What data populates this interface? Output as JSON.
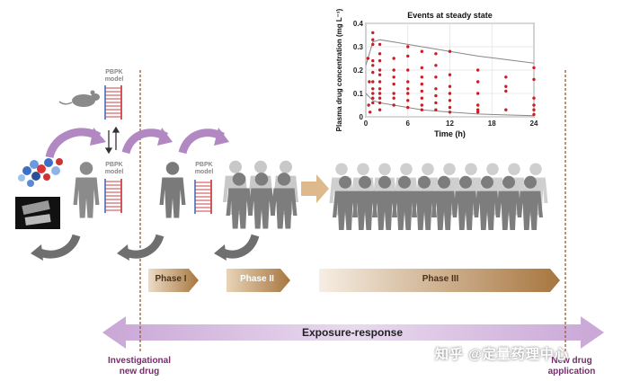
{
  "chart_data": {
    "type": "scatter",
    "title": "Events at steady state",
    "xlabel": "Time (h)",
    "ylabel": "Plasma drug concentration (mg L⁻¹)",
    "xlim": [
      0,
      24
    ],
    "ylim": [
      0,
      0.4
    ],
    "xticks": [
      0,
      6,
      12,
      18,
      24
    ],
    "yticks": [
      0,
      0.1,
      0.2,
      0.3,
      0.4
    ],
    "ytick_labels": [
      "0",
      "0.1",
      "0.2",
      "0.3",
      "0.4"
    ],
    "grid": true,
    "points": [
      {
        "x": 0.3,
        "y": 0.25
      },
      {
        "x": 0.4,
        "y": 0.05
      },
      {
        "x": 0.5,
        "y": 0.15
      },
      {
        "x": 0.6,
        "y": 0.02
      },
      {
        "x": 1,
        "y": 0.36
      },
      {
        "x": 1,
        "y": 0.33
      },
      {
        "x": 1,
        "y": 0.31
      },
      {
        "x": 1,
        "y": 0.24
      },
      {
        "x": 1,
        "y": 0.22
      },
      {
        "x": 1,
        "y": 0.19
      },
      {
        "x": 1,
        "y": 0.15
      },
      {
        "x": 1,
        "y": 0.12
      },
      {
        "x": 1,
        "y": 0.1
      },
      {
        "x": 1,
        "y": 0.08
      },
      {
        "x": 1,
        "y": 0.06
      },
      {
        "x": 2,
        "y": 0.31
      },
      {
        "x": 2,
        "y": 0.27
      },
      {
        "x": 2,
        "y": 0.24
      },
      {
        "x": 2,
        "y": 0.2
      },
      {
        "x": 2,
        "y": 0.18
      },
      {
        "x": 2,
        "y": 0.15
      },
      {
        "x": 2,
        "y": 0.12
      },
      {
        "x": 2,
        "y": 0.1
      },
      {
        "x": 2,
        "y": 0.08
      },
      {
        "x": 2,
        "y": 0.06
      },
      {
        "x": 2,
        "y": 0.03
      },
      {
        "x": 4,
        "y": 0.25
      },
      {
        "x": 4,
        "y": 0.2
      },
      {
        "x": 4,
        "y": 0.17
      },
      {
        "x": 4,
        "y": 0.14
      },
      {
        "x": 4,
        "y": 0.1
      },
      {
        "x": 4,
        "y": 0.08
      },
      {
        "x": 4,
        "y": 0.05
      },
      {
        "x": 6,
        "y": 0.3
      },
      {
        "x": 6,
        "y": 0.26
      },
      {
        "x": 6,
        "y": 0.2
      },
      {
        "x": 6,
        "y": 0.15
      },
      {
        "x": 6,
        "y": 0.12
      },
      {
        "x": 6,
        "y": 0.1
      },
      {
        "x": 6,
        "y": 0.07
      },
      {
        "x": 6,
        "y": 0.04
      },
      {
        "x": 8,
        "y": 0.28
      },
      {
        "x": 8,
        "y": 0.21
      },
      {
        "x": 8,
        "y": 0.17
      },
      {
        "x": 8,
        "y": 0.14
      },
      {
        "x": 8,
        "y": 0.11
      },
      {
        "x": 8,
        "y": 0.08
      },
      {
        "x": 8,
        "y": 0.05
      },
      {
        "x": 8,
        "y": 0.03
      },
      {
        "x": 10,
        "y": 0.27
      },
      {
        "x": 10,
        "y": 0.22
      },
      {
        "x": 10,
        "y": 0.17
      },
      {
        "x": 10,
        "y": 0.12
      },
      {
        "x": 10,
        "y": 0.09
      },
      {
        "x": 10,
        "y": 0.06
      },
      {
        "x": 10,
        "y": 0.03
      },
      {
        "x": 12,
        "y": 0.28
      },
      {
        "x": 12,
        "y": 0.18
      },
      {
        "x": 12,
        "y": 0.13
      },
      {
        "x": 12,
        "y": 0.1
      },
      {
        "x": 12,
        "y": 0.07
      },
      {
        "x": 12,
        "y": 0.04
      },
      {
        "x": 12,
        "y": 0.02
      },
      {
        "x": 16,
        "y": 0.2
      },
      {
        "x": 16,
        "y": 0.15
      },
      {
        "x": 16,
        "y": 0.1
      },
      {
        "x": 16,
        "y": 0.05
      },
      {
        "x": 16,
        "y": 0.03
      },
      {
        "x": 16,
        "y": 0.02
      },
      {
        "x": 20,
        "y": 0.17
      },
      {
        "x": 20,
        "y": 0.13
      },
      {
        "x": 20,
        "y": 0.11
      },
      {
        "x": 20,
        "y": 0.03
      },
      {
        "x": 24,
        "y": 0.21
      },
      {
        "x": 24,
        "y": 0.16
      },
      {
        "x": 24,
        "y": 0.08
      },
      {
        "x": 24,
        "y": 0.05
      },
      {
        "x": 24,
        "y": 0.03
      },
      {
        "x": 24,
        "y": 0.01
      }
    ],
    "curves": [
      {
        "x": [
          0,
          1,
          2,
          4,
          6,
          8,
          10,
          12,
          16,
          20,
          24
        ],
        "y": [
          0.22,
          0.32,
          0.33,
          0.32,
          0.31,
          0.3,
          0.29,
          0.28,
          0.26,
          0.245,
          0.23
        ]
      },
      {
        "x": [
          0,
          1,
          2,
          4,
          6,
          8,
          10,
          12,
          16,
          20,
          24
        ],
        "y": [
          0.1,
          0.07,
          0.06,
          0.05,
          0.04,
          0.03,
          0.025,
          0.02,
          0.012,
          0.008,
          0.005
        ]
      }
    ]
  },
  "diagram": {
    "pbpk_label_top": "PBPK",
    "pbpk_label_bottom": "model",
    "phases": [
      {
        "label": "Phase I"
      },
      {
        "label": "Phase II"
      },
      {
        "label": "Phase III"
      }
    ],
    "exposure_response": "Exposure-response",
    "milestone_left_line1": "Investigational",
    "milestone_left_line2": "new drug",
    "milestone_right_line1": "New drug",
    "milestone_right_line2": "application",
    "watermark": "知乎 @定量药理中心"
  },
  "colors": {
    "purple": "#c6a2d4",
    "dark_purple": "#7b2a6e",
    "grey_arrow": "#6f6f6f",
    "tan": "#b8864c",
    "point_red": "#cc1c24",
    "person_dark": "#7d7d7d",
    "person_light": "#c8c8c8"
  }
}
